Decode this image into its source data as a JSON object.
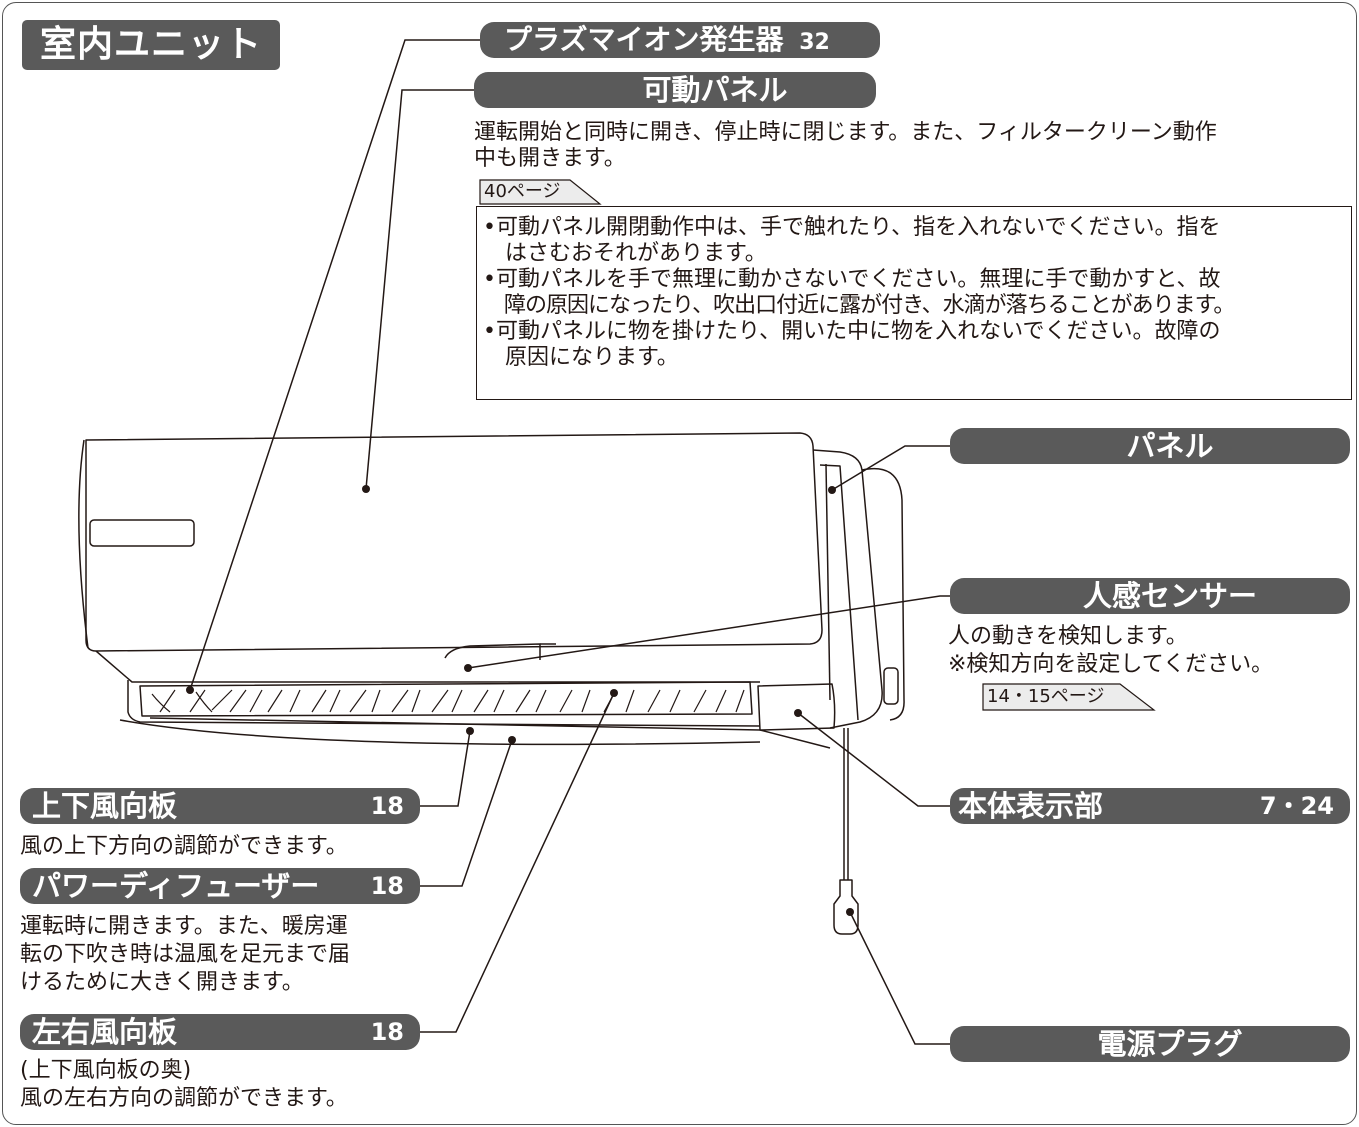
{
  "section_title": "室内ユニット",
  "labels": {
    "plasma": {
      "name": "プラズマイオン発生器",
      "page": "32"
    },
    "movable_panel": {
      "name": "可動パネル"
    },
    "panel": {
      "name": "パネル"
    },
    "sensor": {
      "name": "人感センサー"
    },
    "display": {
      "name": "本体表示部",
      "page": "7・24"
    },
    "plug": {
      "name": "電源プラグ"
    },
    "updown": {
      "name": "上下風向板",
      "page": "18"
    },
    "diffuser": {
      "name": "パワーディフューザー",
      "page": "18"
    },
    "leftright": {
      "name": "左右風向板",
      "page": "18"
    }
  },
  "texts": {
    "movable_desc_1": "運転開始と同時に開き、停止時に閉じます。また、フィルタークリーン動作",
    "movable_desc_2": "中も開きます。",
    "movable_ref": "40ページ",
    "sensor_desc_1": "人の動きを検知します。",
    "sensor_desc_2": "※検知方向を設定してください。",
    "sensor_ref": "14・15ページ",
    "updown_desc": "風の上下方向の調節ができます。",
    "diffuser_desc_1": "運転時に開きます。また、暖房運",
    "diffuser_desc_2": "転の下吹き時は温風を足元まで届",
    "diffuser_desc_3": "けるために大きく開きます。",
    "leftright_desc_1": "(上下風向板の奥)",
    "leftright_desc_2": "風の左右方向の調節ができます。"
  },
  "warning": [
    "•可動パネル開閉動作中は、手で触れたり、指を入れないでください。指を",
    "　はさむおそれがあります。",
    "•可動パネルを手で無理に動かさないでください。無理に手で動かすと、故",
    "　障の原因になったり、吹出口付近に露が付き、水滴が落ちることがあります。",
    "•可動パネルに物を掛けたり、開いた中に物を入れないでください。故障の",
    "　原因になります。"
  ]
}
